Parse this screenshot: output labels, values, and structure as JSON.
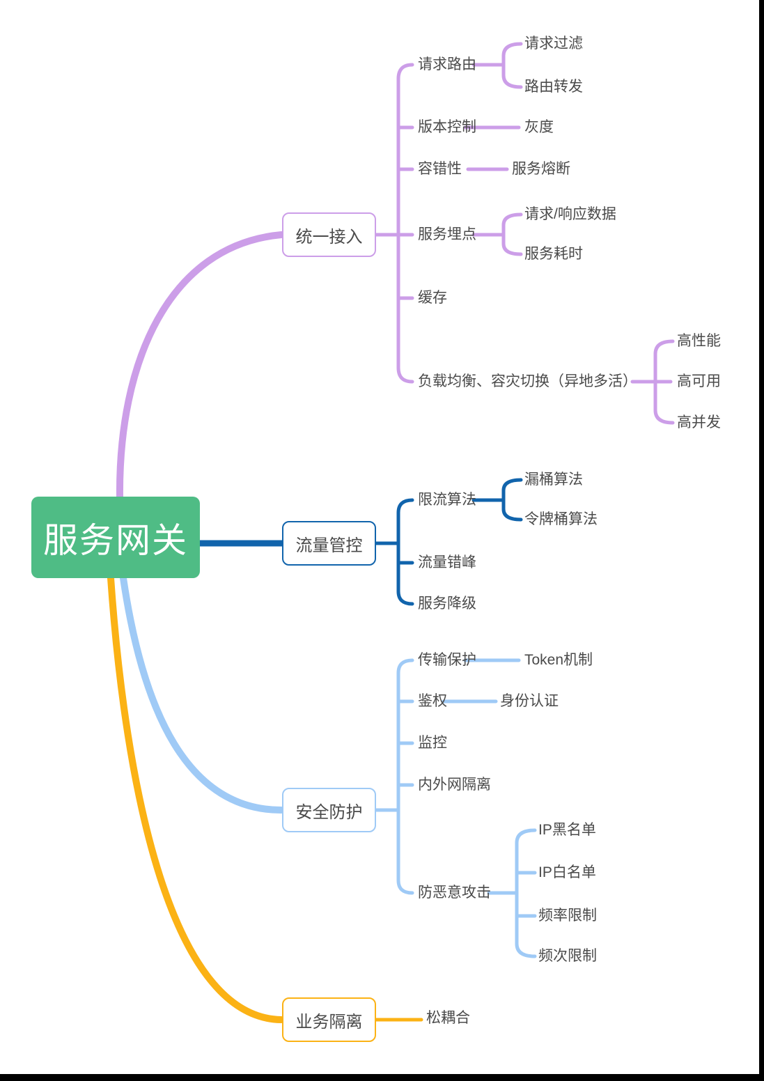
{
  "root": {
    "label": "服务网关"
  },
  "colors": {
    "background": "#FFFFFF",
    "root_bg": "#4FBC85",
    "branch_unified": "#CC9EE8",
    "branch_traffic": "#1164AC",
    "branch_security": "#9FCAF6",
    "branch_isolation": "#FBB215",
    "node_text": "#4A4A4A",
    "edge_bar": "#000000"
  },
  "branches": [
    {
      "label": "统一接入",
      "children": [
        {
          "label": "请求路由",
          "children": [
            {
              "label": "请求过滤"
            },
            {
              "label": "路由转发"
            }
          ]
        },
        {
          "label": "版本控制",
          "children": [
            {
              "label": "灰度"
            }
          ]
        },
        {
          "label": "容错性",
          "children": [
            {
              "label": "服务熔断"
            }
          ]
        },
        {
          "label": "服务埋点",
          "children": [
            {
              "label": "请求/响应数据"
            },
            {
              "label": "服务耗时"
            }
          ]
        },
        {
          "label": "缓存",
          "children": []
        },
        {
          "label": "负载均衡、容灾切换（异地多活）",
          "children": [
            {
              "label": "高性能"
            },
            {
              "label": "高可用"
            },
            {
              "label": "高并发"
            }
          ]
        }
      ]
    },
    {
      "label": "流量管控",
      "children": [
        {
          "label": "限流算法",
          "children": [
            {
              "label": "漏桶算法"
            },
            {
              "label": "令牌桶算法"
            }
          ]
        },
        {
          "label": "流量错峰",
          "children": []
        },
        {
          "label": "服务降级",
          "children": []
        }
      ]
    },
    {
      "label": "安全防护",
      "children": [
        {
          "label": "传输保护",
          "children": [
            {
              "label": "Token机制"
            }
          ]
        },
        {
          "label": "鉴权",
          "children": [
            {
              "label": "身份认证"
            }
          ]
        },
        {
          "label": "监控",
          "children": []
        },
        {
          "label": "内外网隔离",
          "children": []
        },
        {
          "label": "防恶意攻击",
          "children": [
            {
              "label": "IP黑名单"
            },
            {
              "label": "IP白名单"
            },
            {
              "label": "频率限制"
            },
            {
              "label": "频次限制"
            }
          ]
        }
      ]
    },
    {
      "label": "业务隔离",
      "children": [
        {
          "label": "松耦合",
          "children": []
        }
      ]
    }
  ]
}
